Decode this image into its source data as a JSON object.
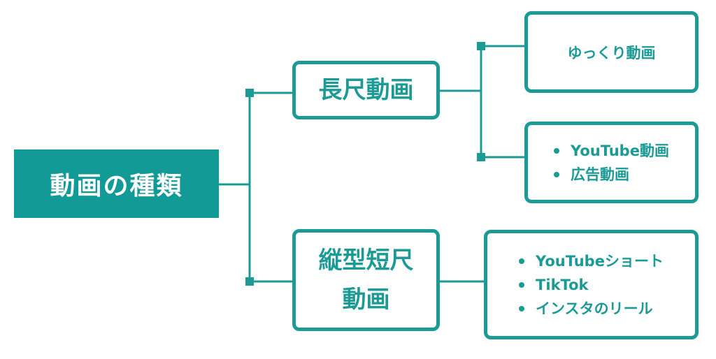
{
  "colors": {
    "accent": "#1b9a96",
    "root_fill": "#119a96",
    "background": "#ffffff"
  },
  "root": {
    "label": "動画の種類"
  },
  "branches": [
    {
      "label": "長尺動画",
      "children": [
        {
          "label": "ゆっくり動画"
        },
        {
          "items": [
            "YouTube動画",
            "広告動画"
          ]
        }
      ]
    },
    {
      "label_lines": [
        "縦型短尺",
        "動画"
      ],
      "children": [
        {
          "items": [
            "YouTubeショート",
            "TikTok",
            "インスタのリール"
          ]
        }
      ]
    }
  ]
}
